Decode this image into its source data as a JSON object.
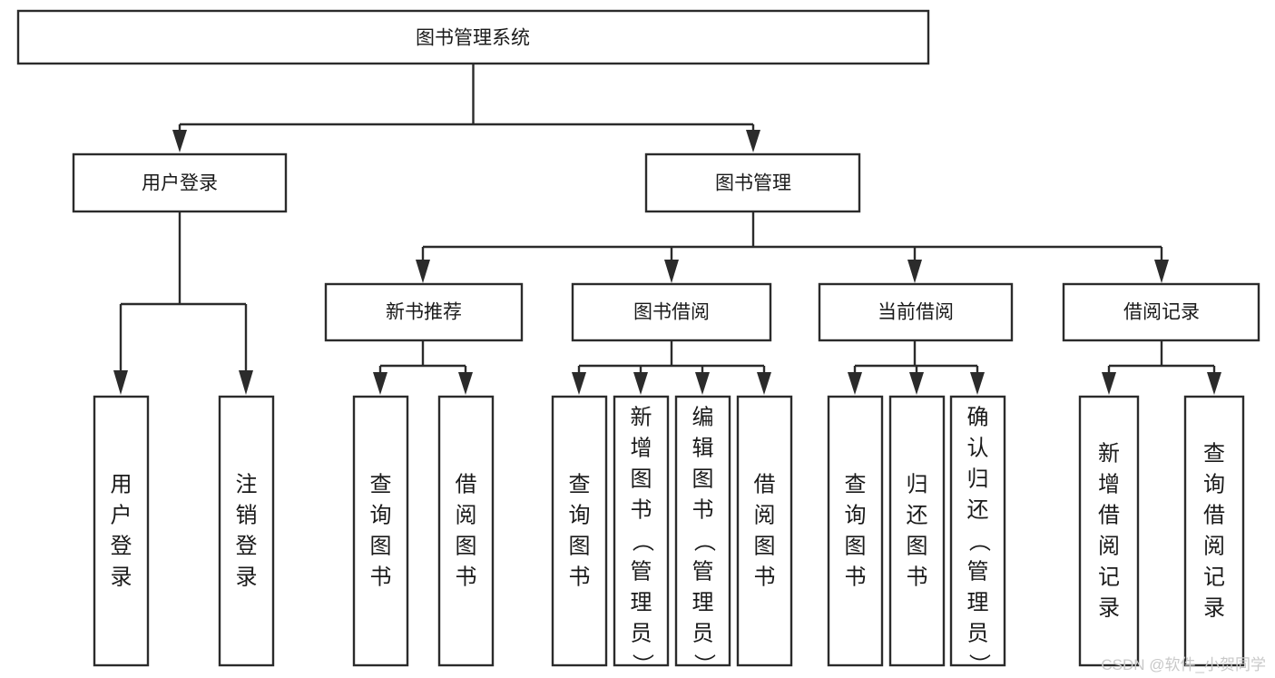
{
  "diagram": {
    "title": "图书管理系统",
    "type": "tree",
    "watermark": "CSDN @软件_小贺同学",
    "colors": {
      "box_stroke": "#2b2b2b",
      "box_fill": "#ffffff",
      "connector": "#2b2b2b",
      "text": "#1a1a1a",
      "watermark": "#c9c9c9",
      "background": "#ffffff"
    },
    "root": {
      "label": "图书管理系统"
    },
    "level2": [
      {
        "label": "用户登录"
      },
      {
        "label": "图书管理"
      }
    ],
    "level3": [
      {
        "label": "新书推荐"
      },
      {
        "label": "图书借阅"
      },
      {
        "label": "当前借阅"
      },
      {
        "label": "借阅记录"
      }
    ],
    "leaves": {
      "user_login": [
        {
          "label": "用户登录"
        },
        {
          "label": "注销登录"
        }
      ],
      "new_book_recommend": [
        {
          "label": "查询图书"
        },
        {
          "label": "借阅图书"
        }
      ],
      "book_borrow": [
        {
          "label": "查询图书"
        },
        {
          "label": "新增图书（管理员）"
        },
        {
          "label": "编辑图书（管理员）"
        },
        {
          "label": "借阅图书"
        }
      ],
      "current_borrow": [
        {
          "label": "查询图书"
        },
        {
          "label": "归还图书"
        },
        {
          "label": "确认归还（管理员）"
        }
      ],
      "borrow_record": [
        {
          "label": "新增借阅记录"
        },
        {
          "label": "查询借阅记录"
        }
      ]
    }
  }
}
